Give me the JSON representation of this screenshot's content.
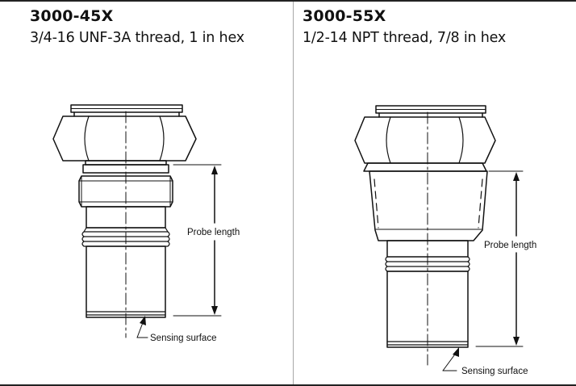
{
  "left_panel": {
    "model": "3000-45X",
    "spec": "3/4-16 UNF-3A thread, 1 in hex",
    "probe_length_label": "Probe length",
    "sensing_surface_label": "Sensing surface"
  },
  "right_panel": {
    "model": "3000-55X",
    "spec": "1/2-14 NPT thread, 7/8 in hex",
    "probe_length_label": "Probe length",
    "sensing_surface_label": "Sensing surface"
  }
}
